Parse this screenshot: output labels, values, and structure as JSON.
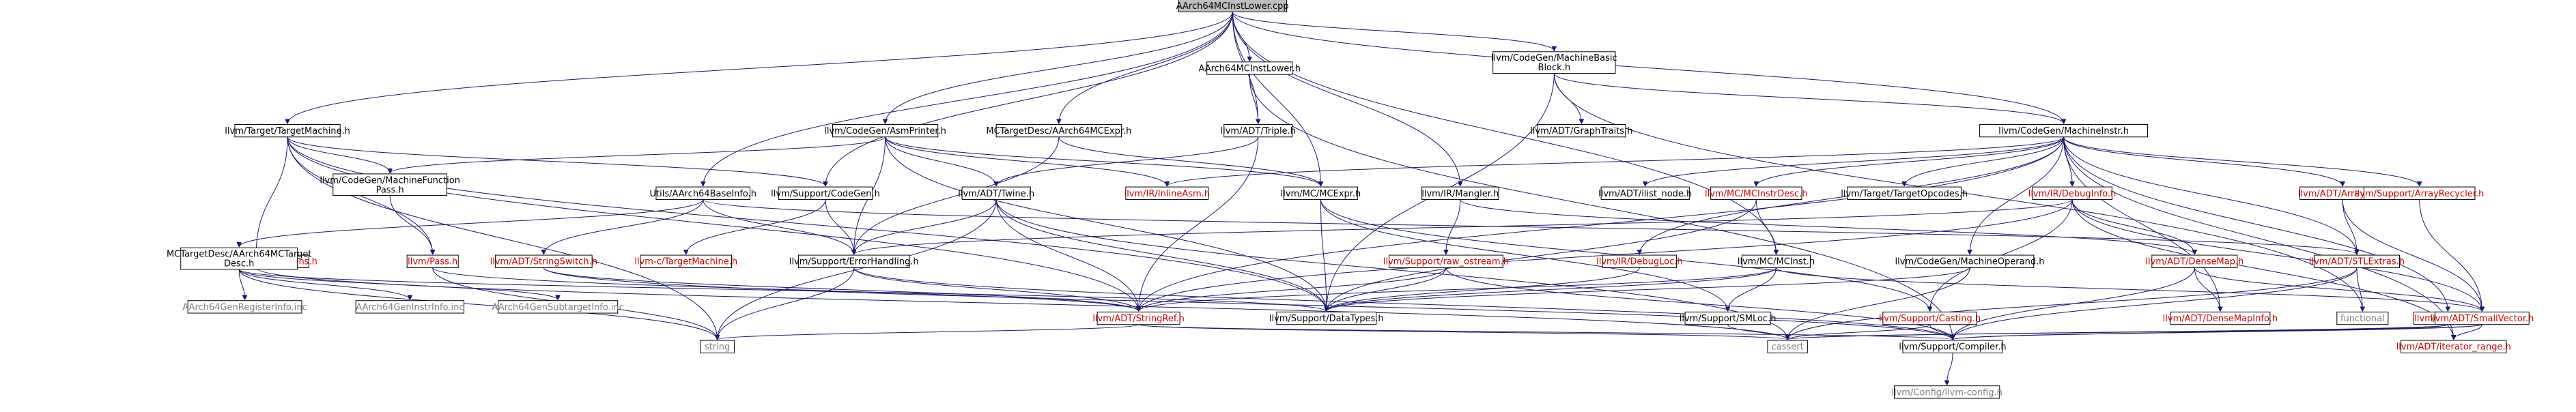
{
  "title": "AArch64MCInstLower.cpp",
  "colors": {
    "edge": "#191970",
    "root_fill": "#bfbfbf",
    "broken_link_text": "#cc0000",
    "system_text": "#808080"
  },
  "nodes": [
    {
      "id": "root",
      "lines": [
        "AArch64MCInstLower.cpp"
      ],
      "style": "root"
    },
    {
      "id": "lower_h",
      "lines": [
        "AArch64MCInstLower.h"
      ],
      "style": "normal"
    },
    {
      "id": "tm",
      "lines": [
        "llvm/Target/TargetMachine.h"
      ],
      "style": "normal"
    },
    {
      "id": "asmprinter",
      "lines": [
        "llvm/CodeGen/AsmPrinter.h"
      ],
      "style": "normal"
    },
    {
      "id": "mcexpr_a64",
      "lines": [
        "MCTargetDesc/AArch64MCExpr.h"
      ],
      "style": "normal"
    },
    {
      "id": "mbb",
      "lines": [
        "llvm/CodeGen/MachineBasic",
        "Block.h"
      ],
      "style": "normal"
    },
    {
      "id": "mi",
      "lines": [
        "llvm/CodeGen/MachineInstr.h"
      ],
      "style": "normal"
    },
    {
      "id": "triple",
      "lines": [
        "llvm/ADT/Triple.h"
      ],
      "style": "normal"
    },
    {
      "id": "graphtraits",
      "lines": [
        "llvm/ADT/GraphTraits.h"
      ],
      "style": "normal"
    },
    {
      "id": "mfp",
      "lines": [
        "llvm/CodeGen/MachineFunction",
        "Pass.h"
      ],
      "style": "normal"
    },
    {
      "id": "utils",
      "lines": [
        "Utils/AArch64BaseInfo.h"
      ],
      "style": "normal"
    },
    {
      "id": "codegen",
      "lines": [
        "llvm/Support/CodeGen.h"
      ],
      "style": "normal"
    },
    {
      "id": "twine",
      "lines": [
        "llvm/ADT/Twine.h"
      ],
      "style": "normal"
    },
    {
      "id": "inlineasm",
      "lines": [
        "llvm/IR/InlineAsm.h"
      ],
      "style": "red"
    },
    {
      "id": "mcexpr",
      "lines": [
        "llvm/MC/MCExpr.h"
      ],
      "style": "normal"
    },
    {
      "id": "mangler",
      "lines": [
        "llvm/IR/Mangler.h"
      ],
      "style": "normal"
    },
    {
      "id": "ilistnode",
      "lines": [
        "llvm/ADT/ilist_node.h"
      ],
      "style": "normal"
    },
    {
      "id": "mcinstrdesc",
      "lines": [
        "llvm/MC/MCInstrDesc.h"
      ],
      "style": "red"
    },
    {
      "id": "targetopcodes",
      "lines": [
        "llvm/Target/TargetOpcodes.h"
      ],
      "style": "normal"
    },
    {
      "id": "debuginfo",
      "lines": [
        "llvm/IR/DebugInfo.h"
      ],
      "style": "red"
    },
    {
      "id": "arrayref",
      "lines": [
        "llvm/ADT/ArrayRef.h"
      ],
      "style": "red"
    },
    {
      "id": "arrayrecycler",
      "lines": [
        "llvm/Support/ArrayRecycler.h"
      ],
      "style": "red"
    },
    {
      "id": "targetoptions",
      "lines": [
        "llvm/Target/TargetOptions.h"
      ],
      "style": "red"
    },
    {
      "id": "a64mcdesc",
      "lines": [
        "MCTargetDesc/AArch64MCTarget",
        "Desc.h"
      ],
      "style": "normal"
    },
    {
      "id": "pass",
      "lines": [
        "llvm/Pass.h"
      ],
      "style": "red"
    },
    {
      "id": "stringswitch",
      "lines": [
        "llvm/ADT/StringSwitch.h"
      ],
      "style": "red"
    },
    {
      "id": "errhandling",
      "lines": [
        "llvm/Support/ErrorHandling.h"
      ],
      "style": "normal"
    },
    {
      "id": "lcc_tm",
      "lines": [
        "llvm-c/TargetMachine.h"
      ],
      "style": "red"
    },
    {
      "id": "rawostream",
      "lines": [
        "llvm/Support/raw_ostream.h"
      ],
      "style": "red"
    },
    {
      "id": "debugloc",
      "lines": [
        "llvm/IR/DebugLoc.h"
      ],
      "style": "red"
    },
    {
      "id": "mcinst",
      "lines": [
        "llvm/MC/MCInst.h"
      ],
      "style": "normal"
    },
    {
      "id": "mo",
      "lines": [
        "llvm/CodeGen/MachineOperand.h"
      ],
      "style": "normal"
    },
    {
      "id": "densemap",
      "lines": [
        "llvm/ADT/DenseMap.h"
      ],
      "style": "red"
    },
    {
      "id": "stlextras",
      "lines": [
        "llvm/ADT/STLExtras.h"
      ],
      "style": "red"
    },
    {
      "id": "reginfo",
      "lines": [
        "AArch64GenRegisterInfo.inc"
      ],
      "style": "gray"
    },
    {
      "id": "instrinfo",
      "lines": [
        "AArch64GenInstrInfo.inc"
      ],
      "style": "gray"
    },
    {
      "id": "subtargetinfo",
      "lines": [
        "AArch64GenSubtargetInfo.inc"
      ],
      "style": "gray"
    },
    {
      "id": "stringref",
      "lines": [
        "llvm/ADT/StringRef.h"
      ],
      "style": "red"
    },
    {
      "id": "datatypes",
      "lines": [
        "llvm/Support/DataTypes.h"
      ],
      "style": "normal"
    },
    {
      "id": "smloc",
      "lines": [
        "llvm/Support/SMLoc.h"
      ],
      "style": "normal"
    },
    {
      "id": "casting",
      "lines": [
        "llvm/Support/Casting.h"
      ],
      "style": "red"
    },
    {
      "id": "densemapinfo",
      "lines": [
        "llvm/ADT/DenseMapInfo.h"
      ],
      "style": "red"
    },
    {
      "id": "functional",
      "lines": [
        "functional"
      ],
      "style": "gray"
    },
    {
      "id": "ilist",
      "lines": [
        "llvm/ADT/ilist.h"
      ],
      "style": "red"
    },
    {
      "id": "smallvector",
      "lines": [
        "llvm/ADT/SmallVector.h"
      ],
      "style": "red"
    },
    {
      "id": "string",
      "lines": [
        "string"
      ],
      "style": "gray"
    },
    {
      "id": "cassert",
      "lines": [
        "cassert"
      ],
      "style": "gray"
    },
    {
      "id": "compiler",
      "lines": [
        "llvm/Support/Compiler.h"
      ],
      "style": "normal"
    },
    {
      "id": "iteratorrange",
      "lines": [
        "llvm/ADT/iterator_range.h"
      ],
      "style": "red"
    },
    {
      "id": "config",
      "lines": [
        "llvm/Config/llvm-config.h"
      ],
      "style": "gray"
    }
  ],
  "edges": [
    [
      "root",
      "lower_h"
    ],
    [
      "root",
      "tm"
    ],
    [
      "root",
      "asmprinter"
    ],
    [
      "root",
      "mcexpr_a64"
    ],
    [
      "root",
      "mbb"
    ],
    [
      "root",
      "mi"
    ],
    [
      "root",
      "utils"
    ],
    [
      "root",
      "codegen"
    ],
    [
      "root",
      "mcexpr"
    ],
    [
      "root",
      "mangler"
    ],
    [
      "root",
      "mcinst"
    ],
    [
      "root",
      "triple"
    ],
    [
      "lower_h",
      "triple"
    ],
    [
      "lower_h",
      "compiler"
    ],
    [
      "triple",
      "twine"
    ],
    [
      "triple",
      "stringref"
    ],
    [
      "mbb",
      "graphtraits"
    ],
    [
      "mbb",
      "mi"
    ],
    [
      "mbb",
      "datatypes"
    ],
    [
      "mbb",
      "functional"
    ],
    [
      "tm",
      "mfp"
    ],
    [
      "tm",
      "pass"
    ],
    [
      "tm",
      "codegen"
    ],
    [
      "tm",
      "targetoptions"
    ],
    [
      "tm",
      "stringref"
    ],
    [
      "tm",
      "datatypes"
    ],
    [
      "tm",
      "string"
    ],
    [
      "asmprinter",
      "mfp"
    ],
    [
      "asmprinter",
      "inlineasm"
    ],
    [
      "asmprinter",
      "twine"
    ],
    [
      "asmprinter",
      "errhandling"
    ],
    [
      "asmprinter",
      "datatypes"
    ],
    [
      "asmprinter",
      "mcexpr"
    ],
    [
      "mcexpr_a64",
      "mcexpr"
    ],
    [
      "mcexpr_a64",
      "errhandling"
    ],
    [
      "mi",
      "ilistnode"
    ],
    [
      "mi",
      "mcinstrdesc"
    ],
    [
      "mi",
      "targetopcodes"
    ],
    [
      "mi",
      "debuginfo"
    ],
    [
      "mi",
      "arrayref"
    ],
    [
      "mi",
      "arrayrecycler"
    ],
    [
      "mi",
      "inlineasm"
    ],
    [
      "mi",
      "mo"
    ],
    [
      "mi",
      "debugloc"
    ],
    [
      "mi",
      "densemapinfo"
    ],
    [
      "mi",
      "stlextras"
    ],
    [
      "mi",
      "stringref"
    ],
    [
      "mi",
      "iteratorrange"
    ],
    [
      "mi",
      "ilist"
    ],
    [
      "mfp",
      "pass"
    ],
    [
      "utils",
      "a64mcdesc"
    ],
    [
      "utils",
      "stringswitch"
    ],
    [
      "utils",
      "errhandling"
    ],
    [
      "utils",
      "stlextras"
    ],
    [
      "codegen",
      "lcc_tm"
    ],
    [
      "codegen",
      "errhandling"
    ],
    [
      "twine",
      "errhandling"
    ],
    [
      "twine",
      "stringref"
    ],
    [
      "twine",
      "datatypes"
    ],
    [
      "twine",
      "string"
    ],
    [
      "twine",
      "cassert"
    ],
    [
      "mcexpr",
      "casting"
    ],
    [
      "mcexpr",
      "datatypes"
    ],
    [
      "mcexpr",
      "smloc"
    ],
    [
      "mangler",
      "rawostream"
    ],
    [
      "mangler",
      "densemap"
    ],
    [
      "mcinstrdesc",
      "mcinst"
    ],
    [
      "mcinstrdesc",
      "datatypes"
    ],
    [
      "debuginfo",
      "densemap"
    ],
    [
      "debuginfo",
      "errhandling"
    ],
    [
      "debuginfo",
      "stringref"
    ],
    [
      "debuginfo",
      "smallvector"
    ],
    [
      "debuginfo",
      "iteratorrange"
    ],
    [
      "debuginfo",
      "casting"
    ],
    [
      "arrayref",
      "stlextras"
    ],
    [
      "arrayref",
      "smallvector"
    ],
    [
      "arrayrecycler",
      "smallvector"
    ],
    [
      "targetoptions",
      "cassert"
    ],
    [
      "a64mcdesc",
      "reginfo"
    ],
    [
      "a64mcdesc",
      "instrinfo"
    ],
    [
      "a64mcdesc",
      "subtargetinfo"
    ],
    [
      "a64mcdesc",
      "string"
    ],
    [
      "a64mcdesc",
      "datatypes"
    ],
    [
      "pass",
      "string"
    ],
    [
      "pass",
      "stringref"
    ],
    [
      "stringswitch",
      "stringref"
    ],
    [
      "stringswitch",
      "compiler"
    ],
    [
      "errhandling",
      "stringref"
    ],
    [
      "errhandling",
      "compiler"
    ],
    [
      "errhandling",
      "string"
    ],
    [
      "rawostream",
      "stringref"
    ],
    [
      "rawostream",
      "datatypes"
    ],
    [
      "rawostream",
      "compiler"
    ],
    [
      "debugloc",
      "datatypes"
    ],
    [
      "mcinst",
      "stringref"
    ],
    [
      "mcinst",
      "datatypes"
    ],
    [
      "mcinst",
      "smloc"
    ],
    [
      "mcinst",
      "smallvector"
    ],
    [
      "mo",
      "datatypes"
    ],
    [
      "mo",
      "cassert"
    ],
    [
      "densemap",
      "densemapinfo"
    ],
    [
      "densemap",
      "compiler"
    ],
    [
      "densemap",
      "smallvector"
    ],
    [
      "stlextras",
      "functional"
    ],
    [
      "stlextras",
      "compiler"
    ],
    [
      "stlextras",
      "cassert"
    ],
    [
      "stringref",
      "string"
    ],
    [
      "stringref",
      "cassert"
    ],
    [
      "stringref",
      "compiler"
    ],
    [
      "smloc",
      "cassert"
    ],
    [
      "casting",
      "compiler"
    ],
    [
      "casting",
      "cassert"
    ],
    [
      "ilist",
      "cassert"
    ],
    [
      "ilist",
      "compiler"
    ],
    [
      "smallvector",
      "compiler"
    ],
    [
      "smallvector",
      "cassert"
    ],
    [
      "smallvector",
      "iteratorrange"
    ],
    [
      "compiler",
      "config"
    ]
  ]
}
